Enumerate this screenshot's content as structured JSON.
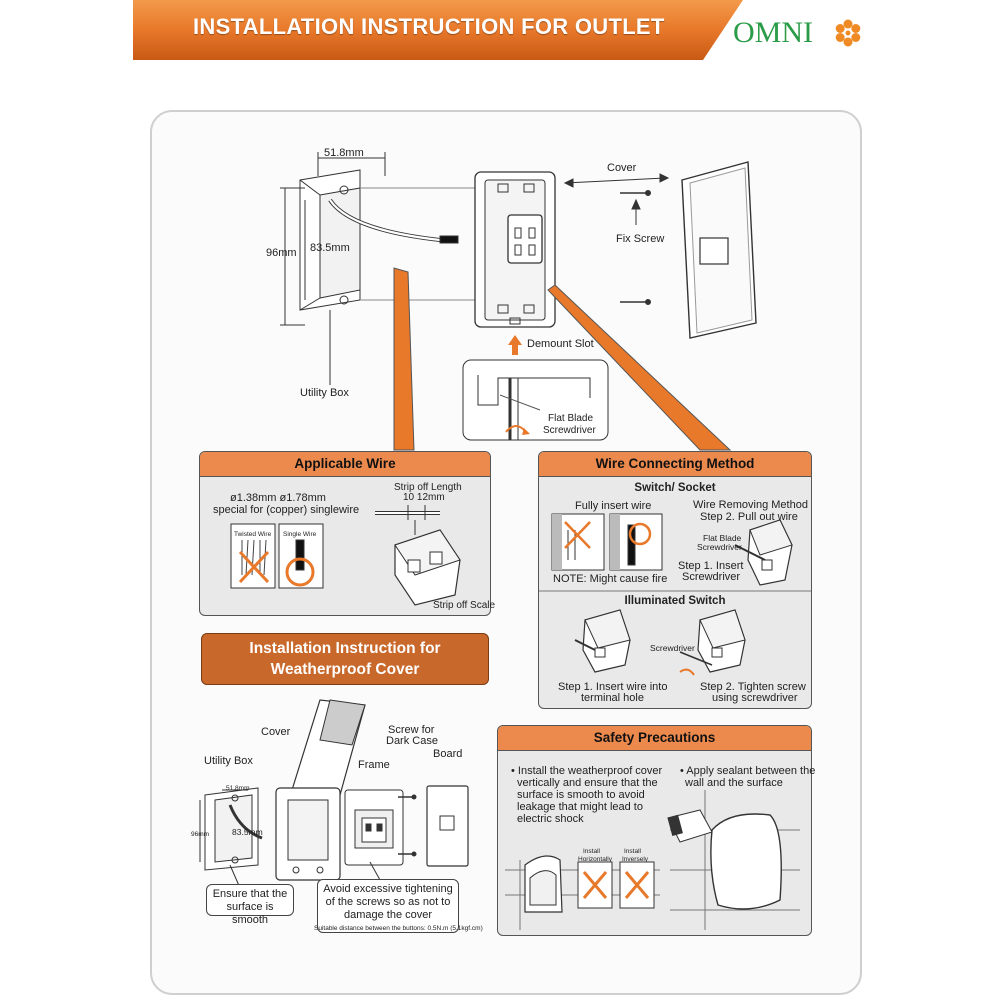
{
  "header": {
    "title": "INSTALLATION INSTRUCTION FOR OUTLET",
    "brand": "OMNI",
    "colors": {
      "band": "#e8782a",
      "band_dark": "#c85a14",
      "logo": "#2a9b47",
      "flower": "#f08a24"
    }
  },
  "top_diagram": {
    "dim_width": "51.8mm",
    "dim_height": "96mm",
    "dim_inner": "83.5mm",
    "utility_box": "Utility Box",
    "cover": "Cover",
    "fix_screw": "Fix Screw",
    "demount_slot": "Demount Slot",
    "flat_blade": "Flat Blade",
    "screwdriver": "Screwdriver"
  },
  "applicable_wire": {
    "title": "Applicable Wire",
    "sizes": "ø1.38mm  ø1.78mm",
    "special": "special for (copper) singlewire",
    "twisted": "Twisted Wire",
    "single": "Single Wire",
    "strip_length": "Strip off Length",
    "strip_value": "10 12mm",
    "strip_scale": "Strip off Scale"
  },
  "wire_method": {
    "title": "Wire Connecting Method",
    "switch_socket": "Switch/ Socket",
    "fully_insert": "Fully insert wire",
    "note": "NOTE: Might cause fire",
    "removing_method": "Wire Removing Method",
    "step2_pull": "Step 2. Pull out wire",
    "flat_blade": "Flat Blade",
    "screwdriver": "Screwdriver",
    "step1_insert": "Step 1. Insert",
    "step1_screwdriver": "Screwdriver",
    "illuminated": "Illuminated Switch",
    "screwdriver_small": "Screwdriver",
    "ill_step1_a": "Step 1. Insert wire into",
    "ill_step1_b": "terminal hole",
    "ill_step2_a": "Step 2. Tighten screw",
    "ill_step2_b": "using screwdriver"
  },
  "weatherproof": {
    "banner_line1": "Installation Instruction for",
    "banner_line2": "Weatherproof Cover",
    "cover": "Cover",
    "screw_for": "Screw for",
    "dark_case": "Dark Case",
    "utility_box": "Utility Box",
    "frame": "Frame",
    "board": "Board",
    "dim_width": "51.8mm",
    "dim_height": "96mm",
    "dim_inner": "83.5mm",
    "smooth_line1": "Ensure that the",
    "smooth_line2": "surface is smooth",
    "avoid_line1": "Avoid excessive tightening",
    "avoid_line2": "of the screws so as not to",
    "avoid_line3": "damage the cover",
    "suitable": "Suitable distance between the buttons: 0.5N.m (5.1kgf.cm)"
  },
  "safety": {
    "title": "Safety Precautions",
    "bullet1_l1": "• Install the weatherproof cover",
    "bullet1_l2": "vertically and ensure that the",
    "bullet1_l3": "surface is smooth to avoid",
    "bullet1_l4": "leakage that might lead to",
    "bullet1_l5": "electric shock",
    "bullet2_l1": "• Apply sealant between the",
    "bullet2_l2": "wall and the surface",
    "install": "Install",
    "horizontally": "Horizontally",
    "install2": "Install",
    "inversely": "Inversely"
  }
}
